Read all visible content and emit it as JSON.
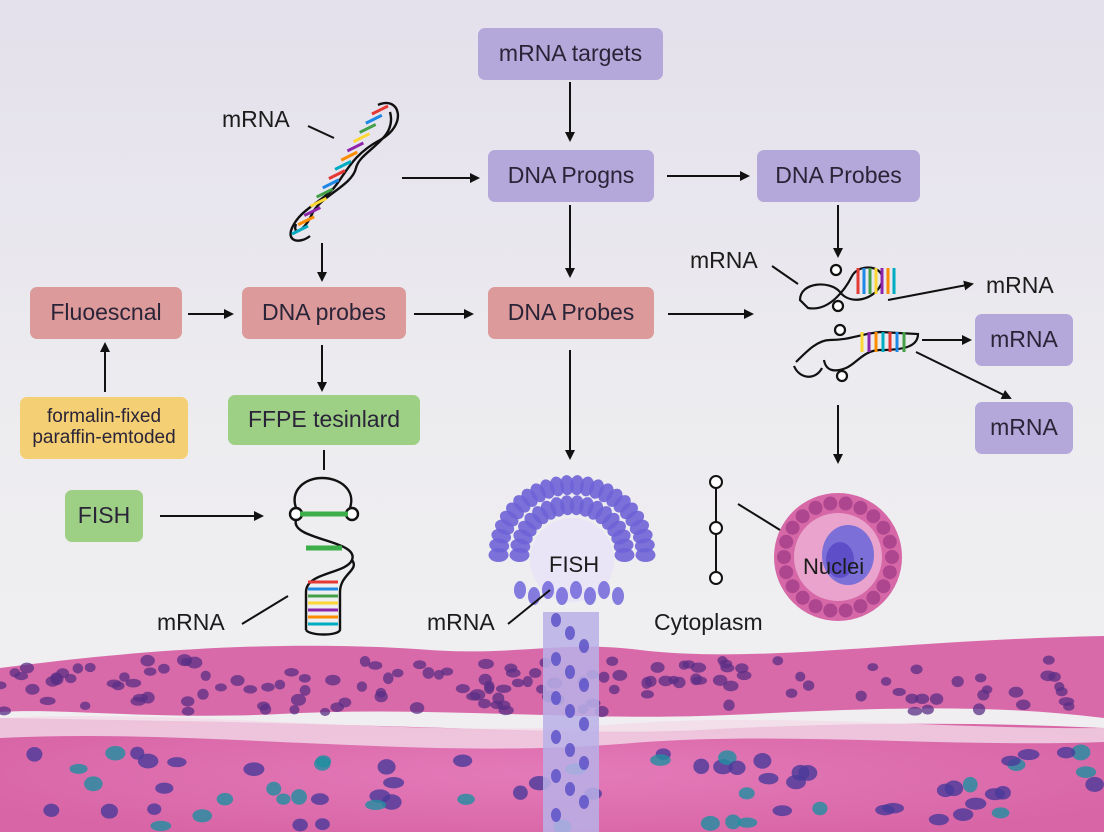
{
  "boxes": {
    "mrna_targets": "mRNA targets",
    "dna_progns": "DNA Progns",
    "dna_probes_top_right": "DNA Probes",
    "fluoescnal": "Fluoescnal",
    "dna_probes_left": "DNA probes",
    "dna_probes_center": "DNA Probes",
    "ffpe": "FFPE tesinlard",
    "formalin_line1": "formalin-fixed",
    "formalin_line2": "paraffin-emtoded",
    "fish_box": "FISH",
    "mrna_box_1": "mRNA",
    "mrna_box_2": "mRNA"
  },
  "labels": {
    "mrna_top_left": "mRNA",
    "mrna_right": "mRNA",
    "mrna_right_out": "mRNA",
    "mrna_bottom_left": "mRNA",
    "mrna_bottom_center": "mRNA",
    "fish_cell": "FISH",
    "cytoplasm": "Cytoplasm",
    "nuclei": "Nuclei"
  },
  "colors": {
    "purple_box": "#b3a8d9",
    "pink_box": "#dc9a9a",
    "green_box": "#9dcf85",
    "yellow_box": "#f4cf74",
    "tissue": "#dd6fae",
    "nucleus": "#6a5bd0",
    "arrow": "#111111"
  }
}
